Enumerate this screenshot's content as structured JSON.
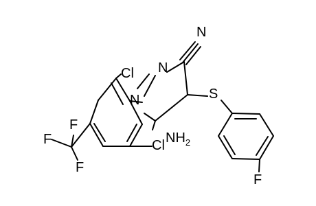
{
  "molecule": {
    "atoms": {
      "n_nitrile": "N",
      "n_ring_2": "N",
      "n_ring_1": "N",
      "sulfur": "S",
      "chlorine_top": "Cl",
      "chlorine_bottom": "Cl",
      "amino": "NH",
      "amino_subscript": "2",
      "fluorine_cf3_left": "F",
      "fluorine_cf3_top": "F",
      "fluorine_cf3_bottom": "F",
      "fluorine_para": "F"
    }
  }
}
